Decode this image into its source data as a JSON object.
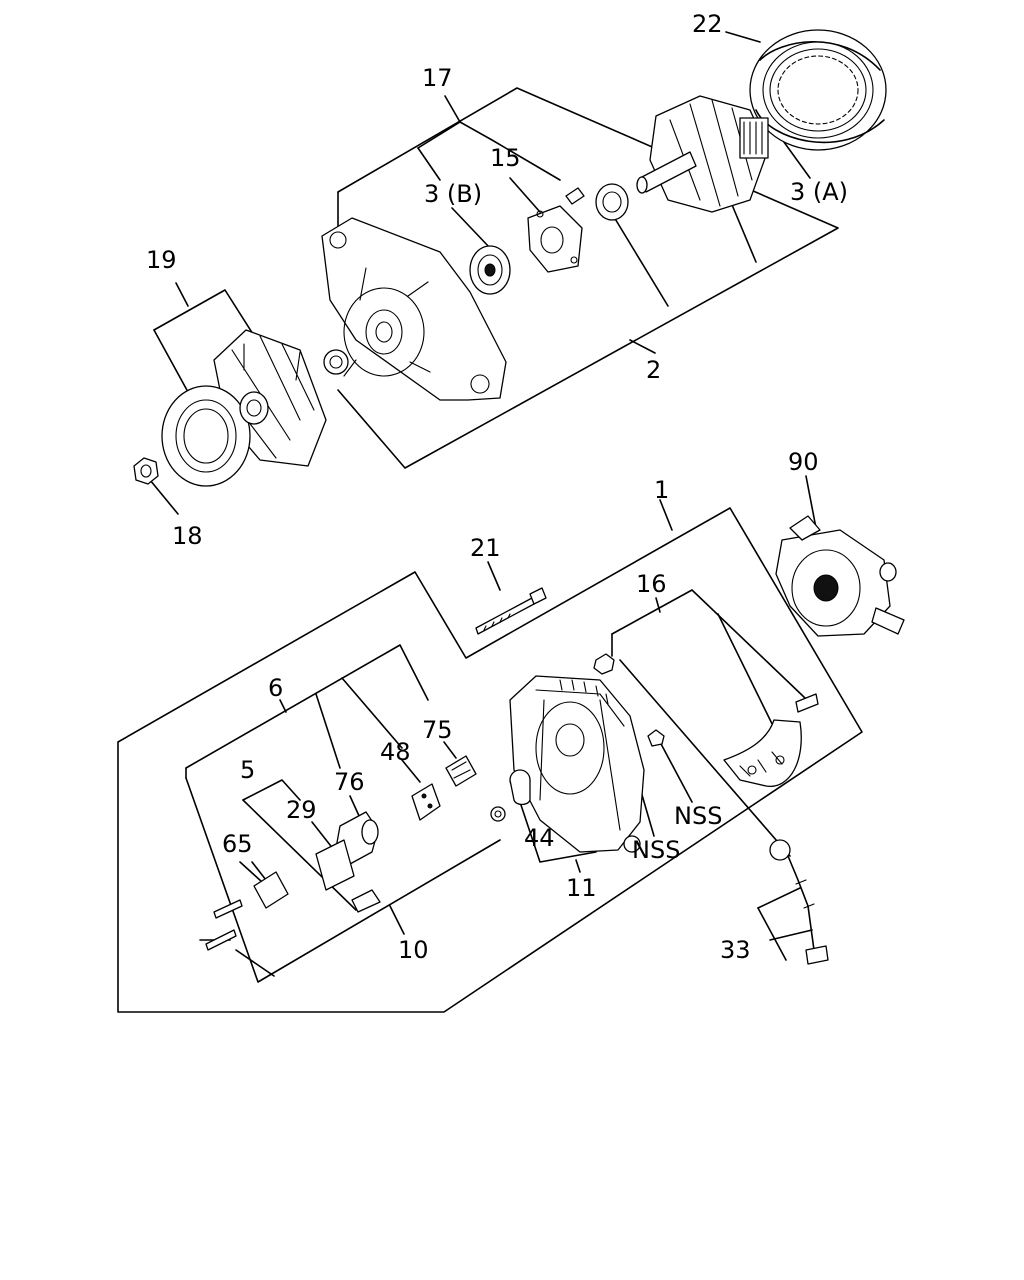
{
  "callouts": {
    "c1": "1",
    "c2": "2",
    "c3a": "3 (A)",
    "c3b": "3 (B)",
    "c5": "5",
    "c6": "6",
    "c10": "10",
    "c11": "11",
    "c15": "15",
    "c16": "16",
    "c17": "17",
    "c18": "18",
    "c19": "19",
    "c21": "21",
    "c22": "22",
    "c29": "29",
    "c33": "33",
    "c44": "44",
    "c48": "48",
    "c65": "65",
    "c75": "75",
    "c76": "76",
    "c90": "90",
    "nss_1": "NSS",
    "nss_2": "NSS"
  }
}
